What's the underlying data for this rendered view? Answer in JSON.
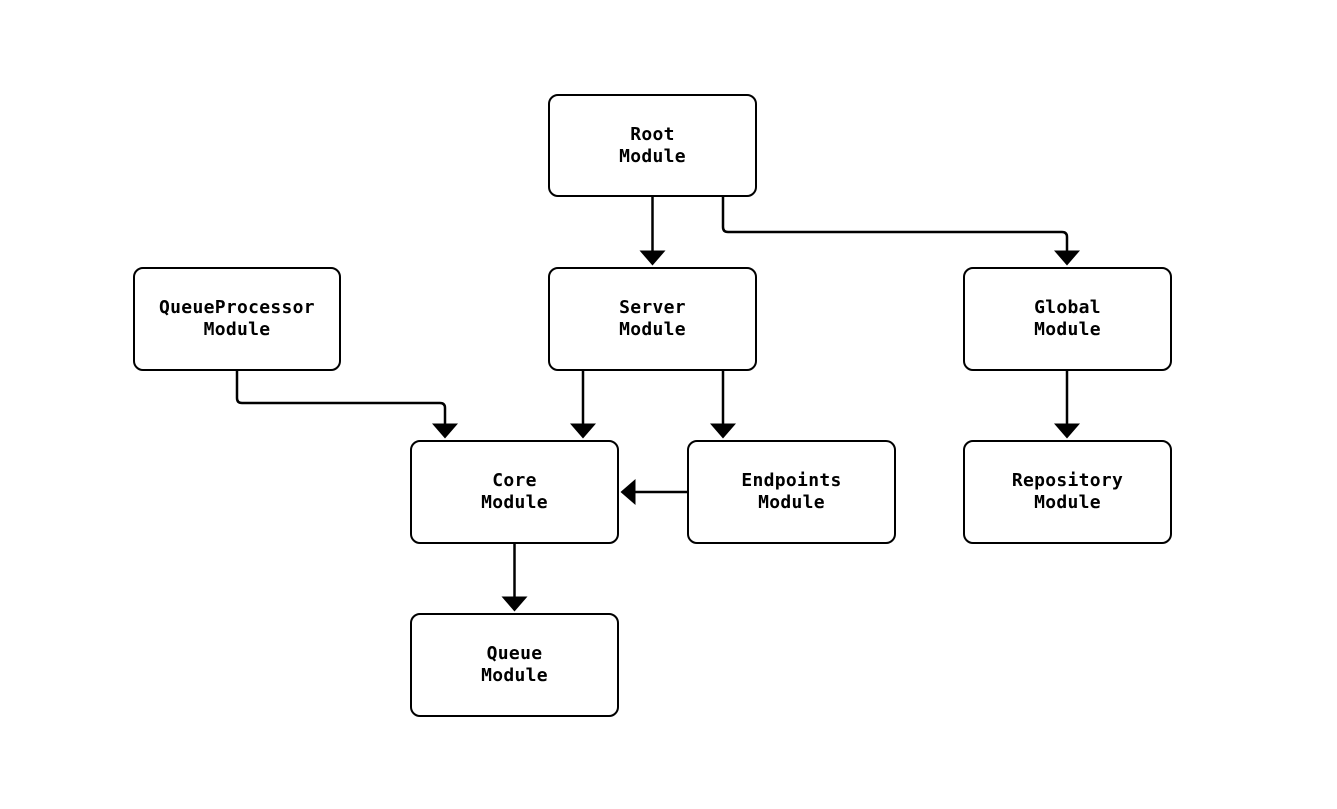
{
  "diagram": {
    "type": "flowchart",
    "background_color": "#ffffff",
    "node_fill_color": "#ffffff",
    "node_border_color": "#000000",
    "edge_color": "#000000",
    "text_color": "#000000",
    "nodes": [
      {
        "id": "root",
        "lines": [
          "Root",
          "Module"
        ]
      },
      {
        "id": "server",
        "lines": [
          "Server",
          "Module"
        ]
      },
      {
        "id": "queueprocessor",
        "lines": [
          "QueueProcessor",
          "Module"
        ]
      },
      {
        "id": "global",
        "lines": [
          "Global",
          "Module"
        ]
      },
      {
        "id": "core",
        "lines": [
          "Core",
          "Module"
        ]
      },
      {
        "id": "endpoints",
        "lines": [
          "Endpoints",
          "Module"
        ]
      },
      {
        "id": "repository",
        "lines": [
          "Repository",
          "Module"
        ]
      },
      {
        "id": "queue",
        "lines": [
          "Queue",
          "Module"
        ]
      }
    ],
    "edges": [
      {
        "from": "root",
        "to": "server"
      },
      {
        "from": "root",
        "to": "global"
      },
      {
        "from": "queueprocessor",
        "to": "core"
      },
      {
        "from": "server",
        "to": "core"
      },
      {
        "from": "server",
        "to": "endpoints"
      },
      {
        "from": "endpoints",
        "to": "core"
      },
      {
        "from": "global",
        "to": "repository"
      },
      {
        "from": "core",
        "to": "queue"
      }
    ]
  }
}
